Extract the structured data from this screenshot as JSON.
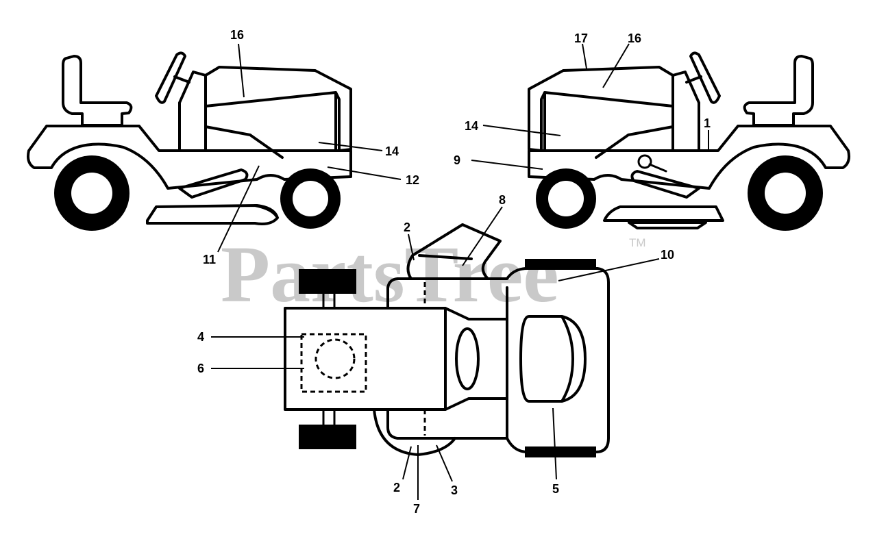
{
  "watermark": {
    "text": "PartsTree",
    "trademark": "TM"
  },
  "callouts": {
    "left_view": {
      "c16": "16",
      "c14": "14",
      "c12": "12",
      "c11": "11"
    },
    "right_view": {
      "c17": "17",
      "c16": "16",
      "c14": "14",
      "c9": "9",
      "c1": "1"
    },
    "top_view": {
      "c2a": "2",
      "c8": "8",
      "c10": "10",
      "c4": "4",
      "c6": "6",
      "c2b": "2",
      "c7": "7",
      "c3": "3",
      "c5": "5"
    }
  },
  "colors": {
    "line": "#000000",
    "watermark": "#c9c9c9",
    "background": "#ffffff"
  }
}
